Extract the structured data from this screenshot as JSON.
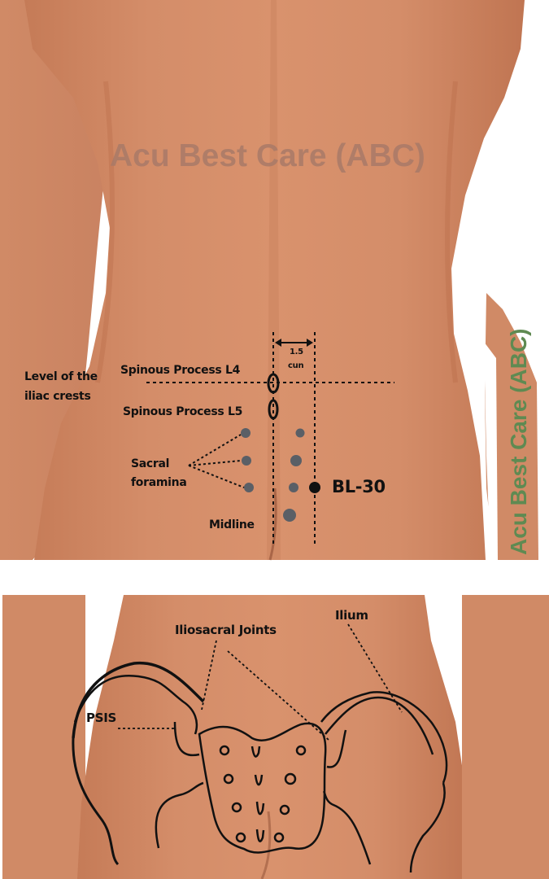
{
  "top_panel": {
    "watermark_center": "Acu Best Care (ABC)",
    "watermark_side": "Acu Best Care (ABC)",
    "labels": {
      "iliac_level": [
        "Level of the",
        "iliac crests"
      ],
      "l4": "Spinous Process L4",
      "l5": "Spinous Process L5",
      "sacral": [
        "Sacral",
        "foramina"
      ],
      "midline": "Midline",
      "distance_value": "1.5",
      "distance_unit": "cun",
      "point": "BL-30"
    }
  },
  "bottom_panel": {
    "labels": {
      "iliosacral": "Iliosacral Joints",
      "ilium": "Ilium",
      "psis": "PSIS"
    }
  },
  "colors": {
    "skin": "#d08a66",
    "skin_shade": "#b8704d",
    "dots": "#5a5f66",
    "point": "#111111",
    "watermark_center": "#a97a68",
    "watermark_side": "#5f8a52"
  }
}
